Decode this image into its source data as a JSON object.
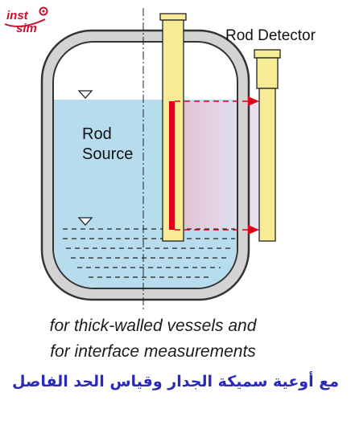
{
  "logo": {
    "line1": "inst",
    "line2": "sim"
  },
  "labels": {
    "rod_detector": "Rod Detector",
    "rod_source_line1": "Rod",
    "rod_source_line2": "Source"
  },
  "caption": {
    "line1": "for thick-walled vessels and",
    "line2": "for interface measurements"
  },
  "arabic_caption": "مع أوعية سميكة الجدار وقياس الحد الفاصل",
  "colors": {
    "vessel_wall": "#d3d3d3",
    "vessel_outline": "#333333",
    "liquid": "#b7dcee",
    "rod": "#f7ec96",
    "rod_outline": "#222222",
    "source_bar": "#e0001a",
    "beam": "#e7d6e8",
    "arabic_text": "#2a2ab8",
    "logo": "#c8102e"
  }
}
